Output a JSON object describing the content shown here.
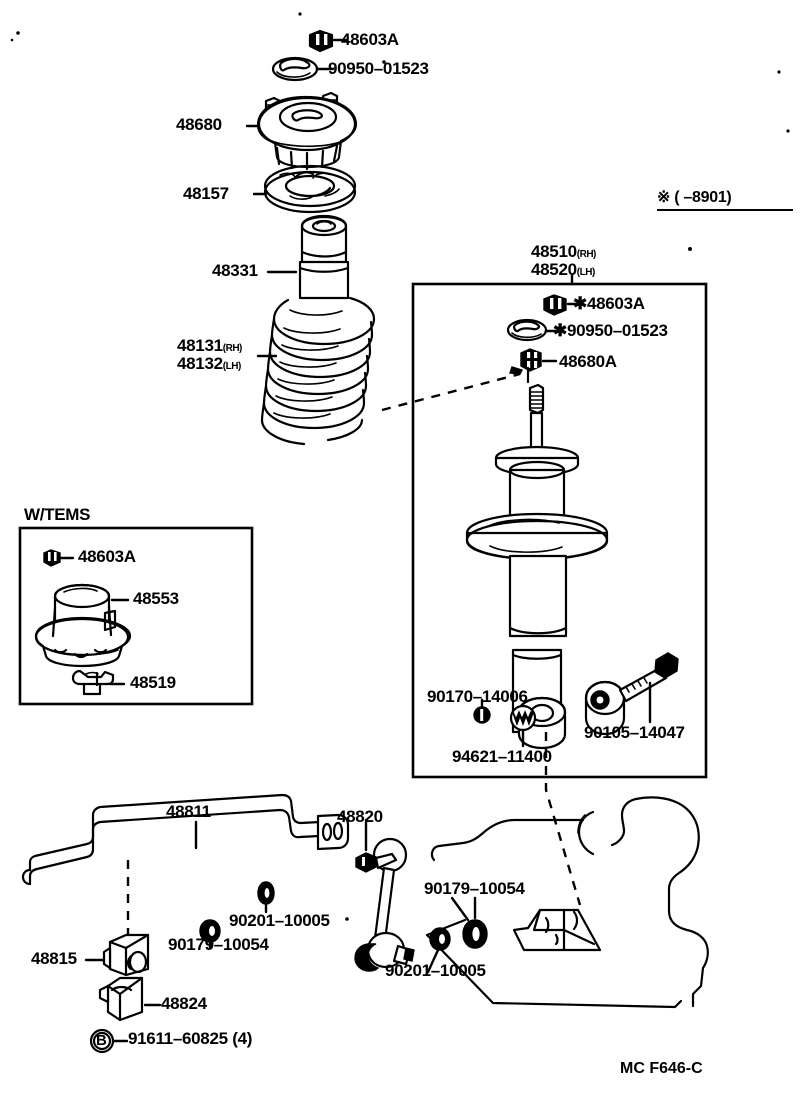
{
  "diagram": {
    "code": "MC F646-C",
    "note_header": "※ (        –8901)",
    "tems_box_title": "W/TEMS"
  },
  "labels": {
    "nut_top": "48603A",
    "bearing_top": "90950–01523",
    "support_assy": "48680",
    "spring_seat": "48157",
    "bumper": "48331",
    "coil_spring_rh": "48131",
    "coil_spring_rh_side": "(RH)",
    "coil_spring_lh": "48132",
    "coil_spring_lh_side": "(LH)",
    "strut_rh": "48510",
    "strut_rh_side": "(RH)",
    "strut_lh": "48520",
    "strut_lh_side": "(LH)",
    "panel_nut": "✱48603A",
    "panel_bearing": "✱90950–01523",
    "panel_support": "48680A",
    "bolt_lower": "90105–14047",
    "nut_lower": "90170–14006",
    "washer_lower": "94621–11400",
    "tems_nut": "48603A",
    "tems_actuator": "48553",
    "tems_bracket": "48519",
    "stabilizer_bar": "48811",
    "stabilizer_link": "48820",
    "bar_bracket": "48815",
    "bar_bushing": "48824",
    "bolt_bar": "91611–60825",
    "bolt_bar_qty": "(4)",
    "nut_link_left": "90179–10054",
    "washer_link_left": "90201–10005",
    "nut_link_right": "90179–10054",
    "washer_link_right": "90201–10005",
    "bolt_marker_b": "B"
  },
  "colors": {
    "ink": "#000000",
    "paper": "#ffffff"
  }
}
